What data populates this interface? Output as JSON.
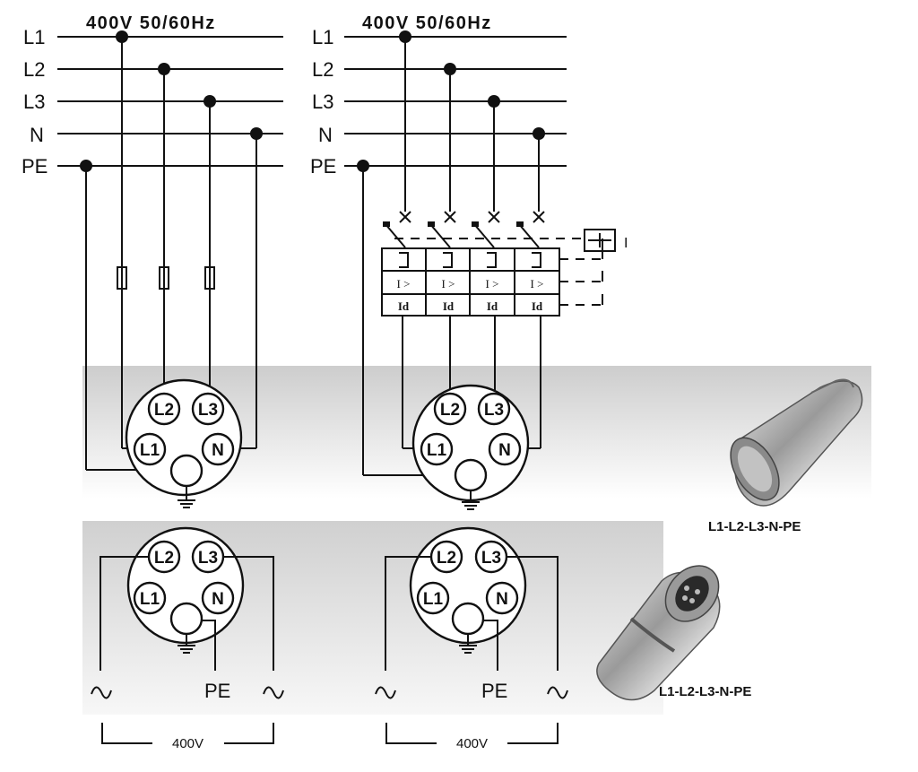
{
  "header_left": "400V 50/60Hz",
  "header_right": "400V 50/60Hz",
  "bus_labels": [
    "L1",
    "L2",
    "L3",
    "N",
    "PE"
  ],
  "pins": {
    "l1": "L1",
    "l2": "L2",
    "l3": "L3",
    "n": "N"
  },
  "breaker_labels": {
    "overcurrent": "I >",
    "residual": "Id"
  },
  "aux_label": "I",
  "pe_label": "PE",
  "voltage_label": "400V",
  "product_caption_socket": "L1-L2-L3-N-PE",
  "product_caption_plug": "L1-L2-L3-N-PE",
  "icons": [
    "ac-source-icon",
    "earth-icon",
    "fuse-icon",
    "switch-contact-icon",
    "coil-icon"
  ],
  "colors": {
    "line": "#111111",
    "panel_gray": "#d8d8d8",
    "background": "#ffffff"
  }
}
